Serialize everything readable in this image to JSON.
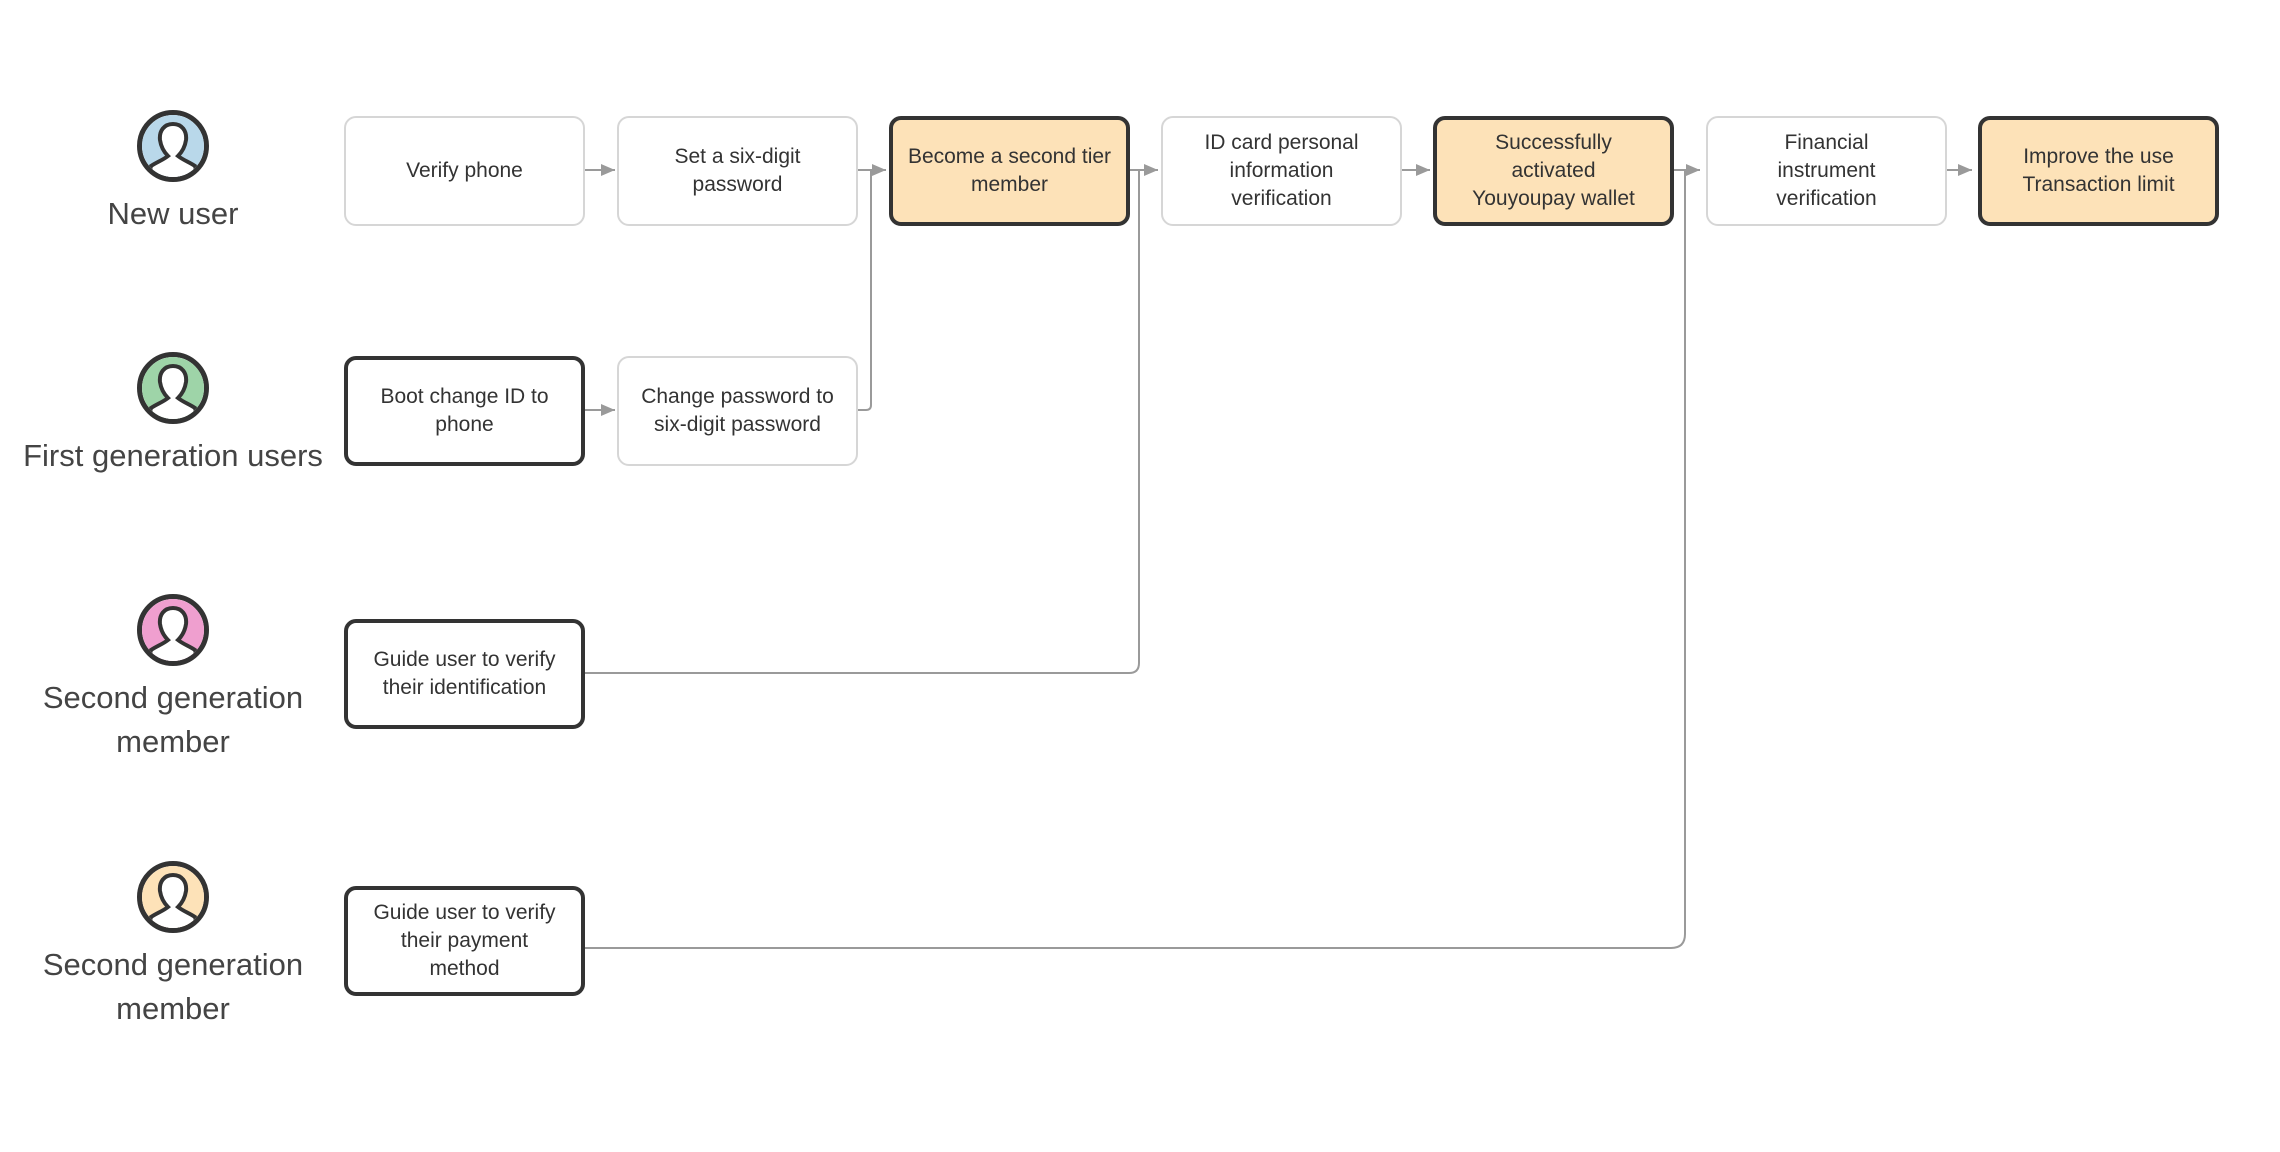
{
  "personas": [
    {
      "label": "New user",
      "color": "#b9d8ea"
    },
    {
      "label": "First generation users",
      "color": "#9ed4a8"
    },
    {
      "label": "Second generation member",
      "color": "#ef9fcf"
    },
    {
      "label": "Second generation member",
      "color": "#fde2b8"
    }
  ],
  "nodes": {
    "verify_phone": "Verify phone",
    "set_password": "Set a six-digit\npassword",
    "second_tier": "Become a second tier\nmember",
    "id_card": "ID card personal\ninformation\nverification",
    "activated": "Successfully\nactivated\nYouyoupay wallet",
    "financial": "Financial\ninstrument\nverification",
    "improve": "Improve the use\nTransaction limit",
    "boot_change": "Boot change ID to\nphone",
    "change_password": "Change password to\nsix-digit password",
    "guide_identification": "Guide user to verify\ntheir identification",
    "guide_payment": "Guide user to verify\ntheir payment\nmethod"
  },
  "colors": {
    "highlight": "#fde2b8",
    "strong_border": "#333333",
    "light_border": "#d6d6d6",
    "connector": "#9a9a9a"
  }
}
